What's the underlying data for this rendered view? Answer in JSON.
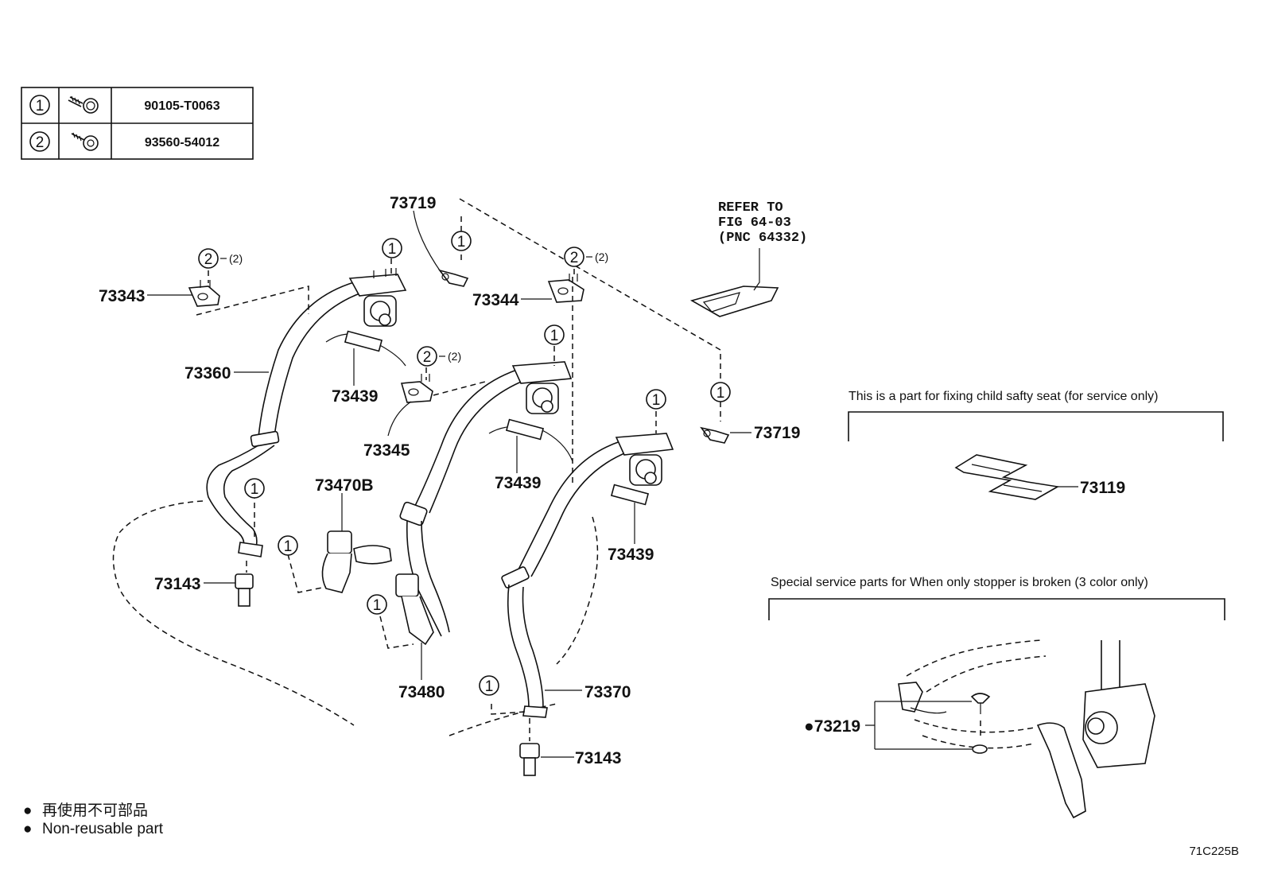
{
  "fastener_table": [
    {
      "ref": "1",
      "icon": "bolt-icon",
      "part_no": "90105-T0063"
    },
    {
      "ref": "2",
      "icon": "screw-icon",
      "part_no": "93560-54012"
    }
  ],
  "labels": {
    "p73719_top": "73719",
    "p73343": "73343",
    "p73344": "73344",
    "p73360": "73360",
    "p73439_a": "73439",
    "p73345": "73345",
    "p73439_b": "73439",
    "p73439_c": "73439",
    "p73470b": "73470B",
    "p73143_left": "73143",
    "p73480": "73480",
    "p73370": "73370",
    "p73143_bottom": "73143",
    "p73719_right": "73719",
    "p73119": "73119",
    "p73219": "73219"
  },
  "callout_refs": {
    "one": "1",
    "two": "2",
    "qty_two": "(2)"
  },
  "refer_note": {
    "line1": "REFER TO",
    "line2": "FIG 64-03",
    "line3": "(PNC 64332)"
  },
  "child_seat_note": "This is a part for fixing child safty seat (for service only)",
  "stopper_note": "Special service parts for When only stopper is broken (3 color only)",
  "legend": {
    "marker": "●",
    "japanese": "再使用不可部品",
    "english": "Non-reusable part"
  },
  "drawing_code": "71C225B"
}
